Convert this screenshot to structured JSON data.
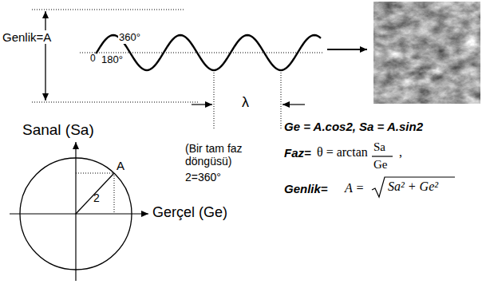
{
  "diagram": {
    "labels": [
      "Genlik=A",
      "0",
      "180°",
      "360°",
      "λ",
      "Sanal (Sa)",
      "A",
      "(Bir tam faz döngüsü)",
      "2=360°",
      "Gerçel (Ge)",
      "2",
      "Ge = A.cos2, Sa = A.sin2",
      "Faz=",
      "θ = arctan",
      "Sa",
      "Ge",
      ",",
      "Genlik=",
      "A =",
      "Sa² + Ge²"
    ]
  }
}
